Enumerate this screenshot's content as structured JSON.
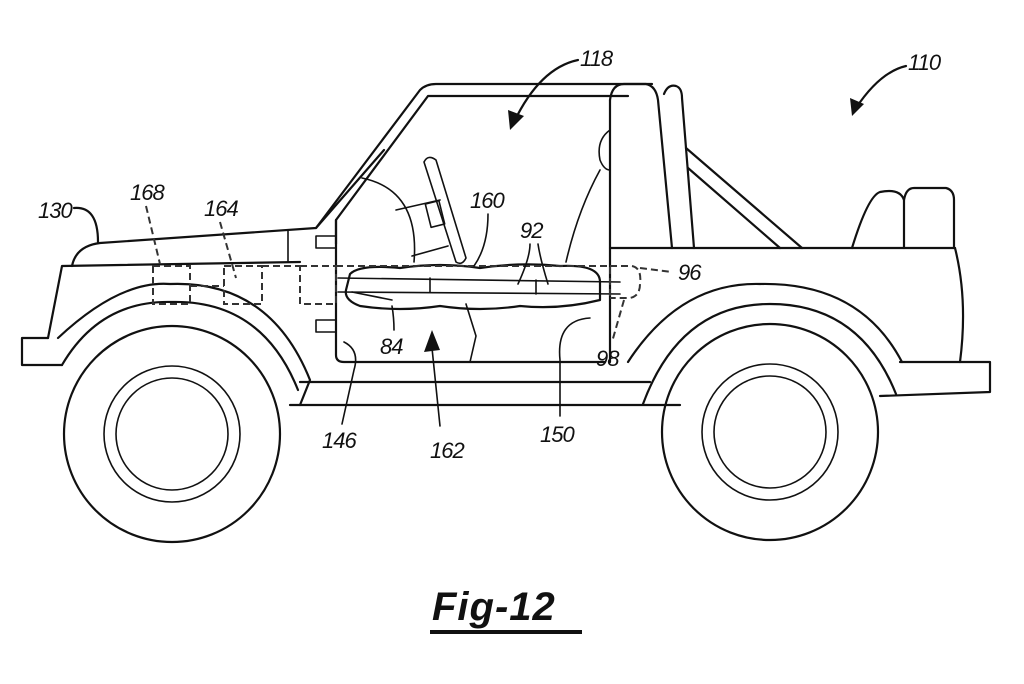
{
  "figure": {
    "title": "Fig-12",
    "subject": "vehicle side view with floor-mounted airbag assembly"
  },
  "reference_numerals": [
    {
      "id": "110",
      "refers_to": "vehicle (overall)"
    },
    {
      "id": "118",
      "refers_to": "passenger compartment"
    },
    {
      "id": "130",
      "refers_to": "hood"
    },
    {
      "id": "168",
      "refers_to": "dashed module box (front)"
    },
    {
      "id": "164",
      "refers_to": "dashed module box (rear of front wheel)"
    },
    {
      "id": "160",
      "refers_to": "inflated airbag cushion"
    },
    {
      "id": "92",
      "refers_to": "airbag chambers"
    },
    {
      "id": "96",
      "refers_to": "dashed housing at rear"
    },
    {
      "id": "98",
      "refers_to": "dashed lead line below housing"
    },
    {
      "id": "84",
      "refers_to": "floor panel"
    },
    {
      "id": "162",
      "refers_to": "lower compartment region"
    },
    {
      "id": "146",
      "refers_to": "front door opening edge"
    },
    {
      "id": "150",
      "refers_to": "rear door opening edge"
    }
  ],
  "labels": {
    "l110": "110",
    "l118": "118",
    "l130": "130",
    "l168": "168",
    "l164": "164",
    "l160": "160",
    "l92": "92",
    "l96": "96",
    "l98": "98",
    "l84": "84",
    "l162": "162",
    "l146": "146",
    "l150": "150"
  }
}
